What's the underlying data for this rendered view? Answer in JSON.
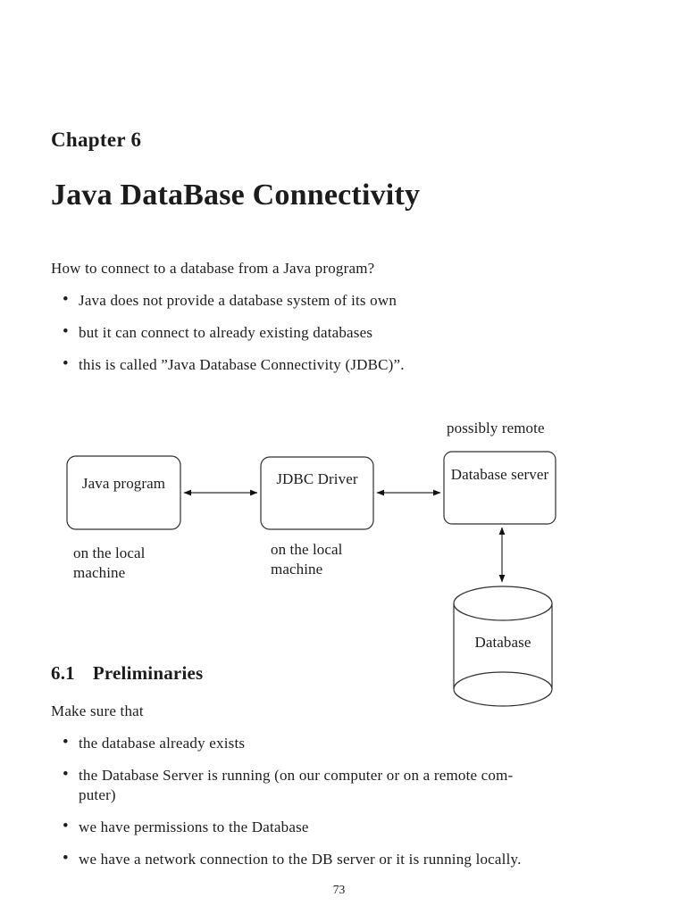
{
  "page": {
    "chapter_label": "Chapter 6",
    "title": "Java DataBase Connectivity",
    "intro": "How to connect to a database from a Java program?",
    "intro_bullets": [
      "Java does not provide a database system of its own",
      "but it can connect to already existing databases",
      "this is called ”Java Database Connectivity (JDBC)”."
    ],
    "section": {
      "number": "6.1",
      "title": "Preliminaries"
    },
    "make_sure": "Make sure that",
    "prelim_bullets": [
      "the database already exists",
      "the Database Server is running (on our computer or on a remote com-\nputer)",
      "we have permissions to the Database",
      "we have a network connection to the DB server or it is running locally."
    ],
    "page_number": "73"
  },
  "diagram": {
    "possibly_remote": "possibly remote",
    "java_program": "Java program",
    "jdbc_driver": "JDBC Driver",
    "database_server": "Database server",
    "database": "Database",
    "local_label_1": "on the local\nmachine",
    "local_label_2": "on the local\nmachine"
  },
  "colors": {
    "text": "#1c1c1c",
    "line": "#2f2f2f",
    "background": "#ffffff"
  }
}
